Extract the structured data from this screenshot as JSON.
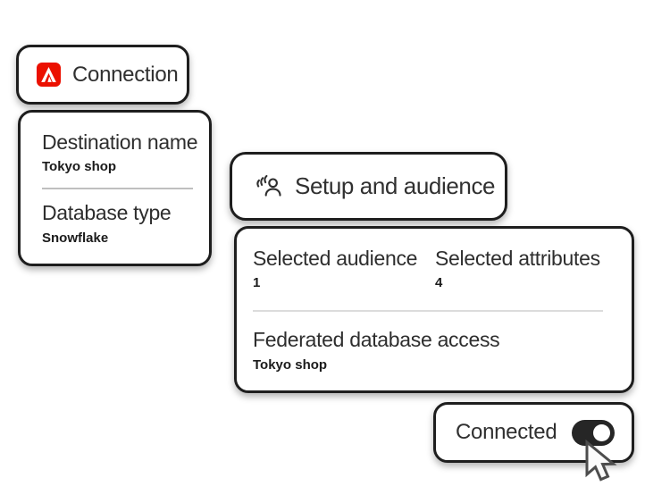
{
  "colors": {
    "background": "#ffffff",
    "card_border": "#1e1e1e",
    "label_text": "#2e2e2e",
    "value_text": "#1b1b1b",
    "adobe_red": "#eb1000",
    "divider": "#bfbfbf",
    "divider_light": "#dcdcdc",
    "toggle_track_on": "#262626",
    "toggle_knob": "#ffffff"
  },
  "connection_card": {
    "icon": "adobe-logo-icon",
    "label": "Connection"
  },
  "details_card": {
    "fields": [
      {
        "label": "Destination name",
        "value": "Tokyo shop"
      },
      {
        "label": "Database type",
        "value": "Snowflake"
      }
    ]
  },
  "setup_card": {
    "icon": "audience-icon",
    "label": "Setup and audience"
  },
  "summary_card": {
    "stats": [
      {
        "label": "Selected audience",
        "value": "1"
      },
      {
        "label": "Selected attributes",
        "value": "4"
      }
    ],
    "access": {
      "label": "Federated database access",
      "value": "Tokyo shop"
    }
  },
  "connected_card": {
    "label": "Connected",
    "toggle_state": "on"
  },
  "cursor": {
    "icon": "arrow-pointer-icon"
  }
}
